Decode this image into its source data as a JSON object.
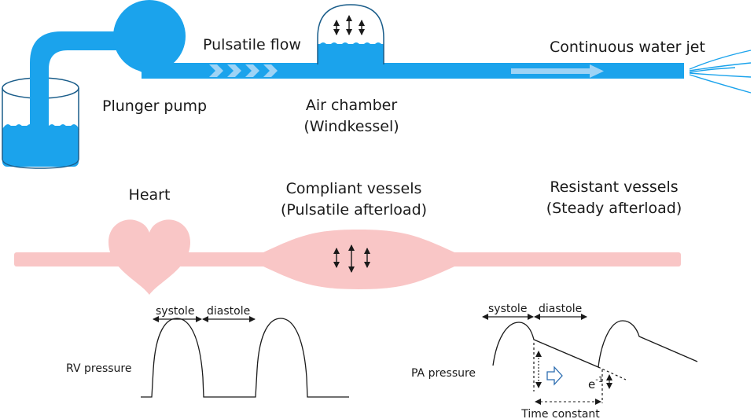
{
  "top": {
    "pulsatile_flow": "Pulsatile flow",
    "continuous_jet": "Continuous water jet",
    "plunger_pump": "Plunger pump",
    "air_chamber_line1": "Air chamber",
    "air_chamber_line2": "(Windkessel)"
  },
  "middle": {
    "heart": "Heart",
    "compliant_line1": "Compliant vessels",
    "compliant_line2": "(Pulsatile afterload)",
    "resistant_line1": "Resistant vessels",
    "resistant_line2": "(Steady afterload)"
  },
  "bottom": {
    "rv_systole": "systole",
    "rv_diastole": "diastole",
    "rv_pressure": "RV pressure",
    "pa_systole": "systole",
    "pa_diastole": "diastole",
    "pa_pressure": "PA pressure",
    "e_base": "e",
    "e_exp": "-1",
    "time_constant": "Time constant"
  },
  "colors": {
    "water": "#1ba3ec",
    "water_light": "#9ed3f5",
    "vessel": "#f9c6c6",
    "line": "#1a1a1a"
  }
}
